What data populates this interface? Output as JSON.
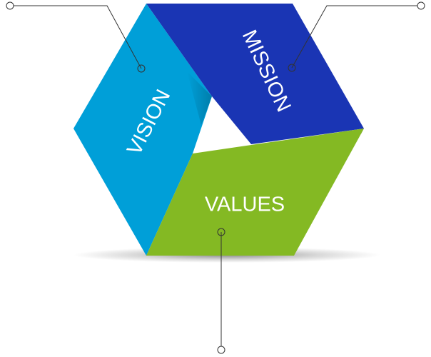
{
  "segments": {
    "vision": {
      "label": "VISION",
      "color": "#009fd8"
    },
    "mission": {
      "label": "MISSION",
      "color": "#1a35b4"
    },
    "values": {
      "label": "VALUES",
      "color": "#84b923"
    }
  },
  "connector_color": "#333333",
  "background_color": "#ffffff"
}
